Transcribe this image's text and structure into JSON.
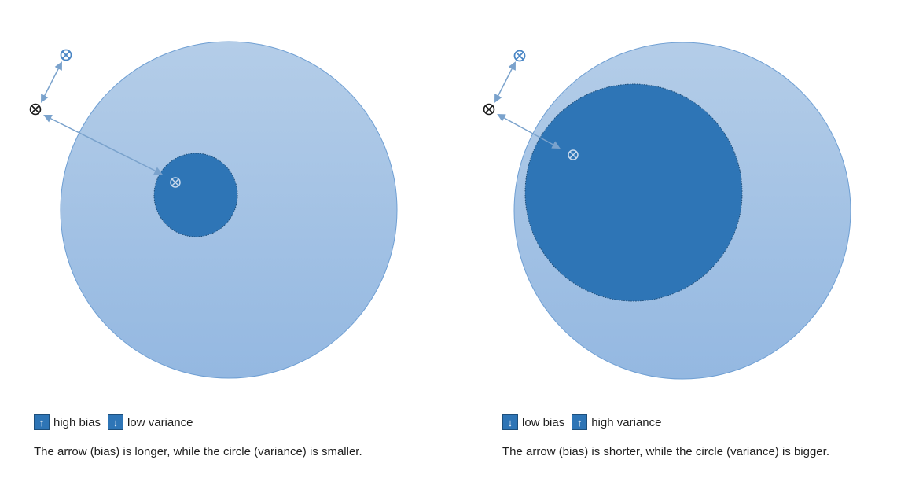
{
  "colors": {
    "outer_circle_top": "#b4cde8",
    "outer_circle_bottom": "#94b8e1",
    "outer_circle_stroke": "#6f9fd3",
    "inner_circle": "#2e75b6",
    "inner_circle_stroke": "#1f4e79",
    "arrow": "#7aa2cc",
    "target_marker": "#1a1a1a",
    "guess_marker": "#4a86c5",
    "badge": "#2e75b6"
  },
  "panels": [
    {
      "id": "left",
      "legend": [
        {
          "icon": "up-arrow-icon",
          "glyph": "↑",
          "label": "high bias"
        },
        {
          "icon": "down-arrow-icon",
          "glyph": "↓",
          "label": "low variance"
        }
      ],
      "note": "The arrow (bias) is longer, while the circle (variance) is smaller."
    },
    {
      "id": "right",
      "legend": [
        {
          "icon": "down-arrow-icon",
          "glyph": "↓",
          "label": "low bias"
        },
        {
          "icon": "up-arrow-icon",
          "glyph": "↑",
          "label": "high variance"
        }
      ],
      "note": "The arrow (bias) is shorter, while the circle (variance) is bigger."
    }
  ]
}
